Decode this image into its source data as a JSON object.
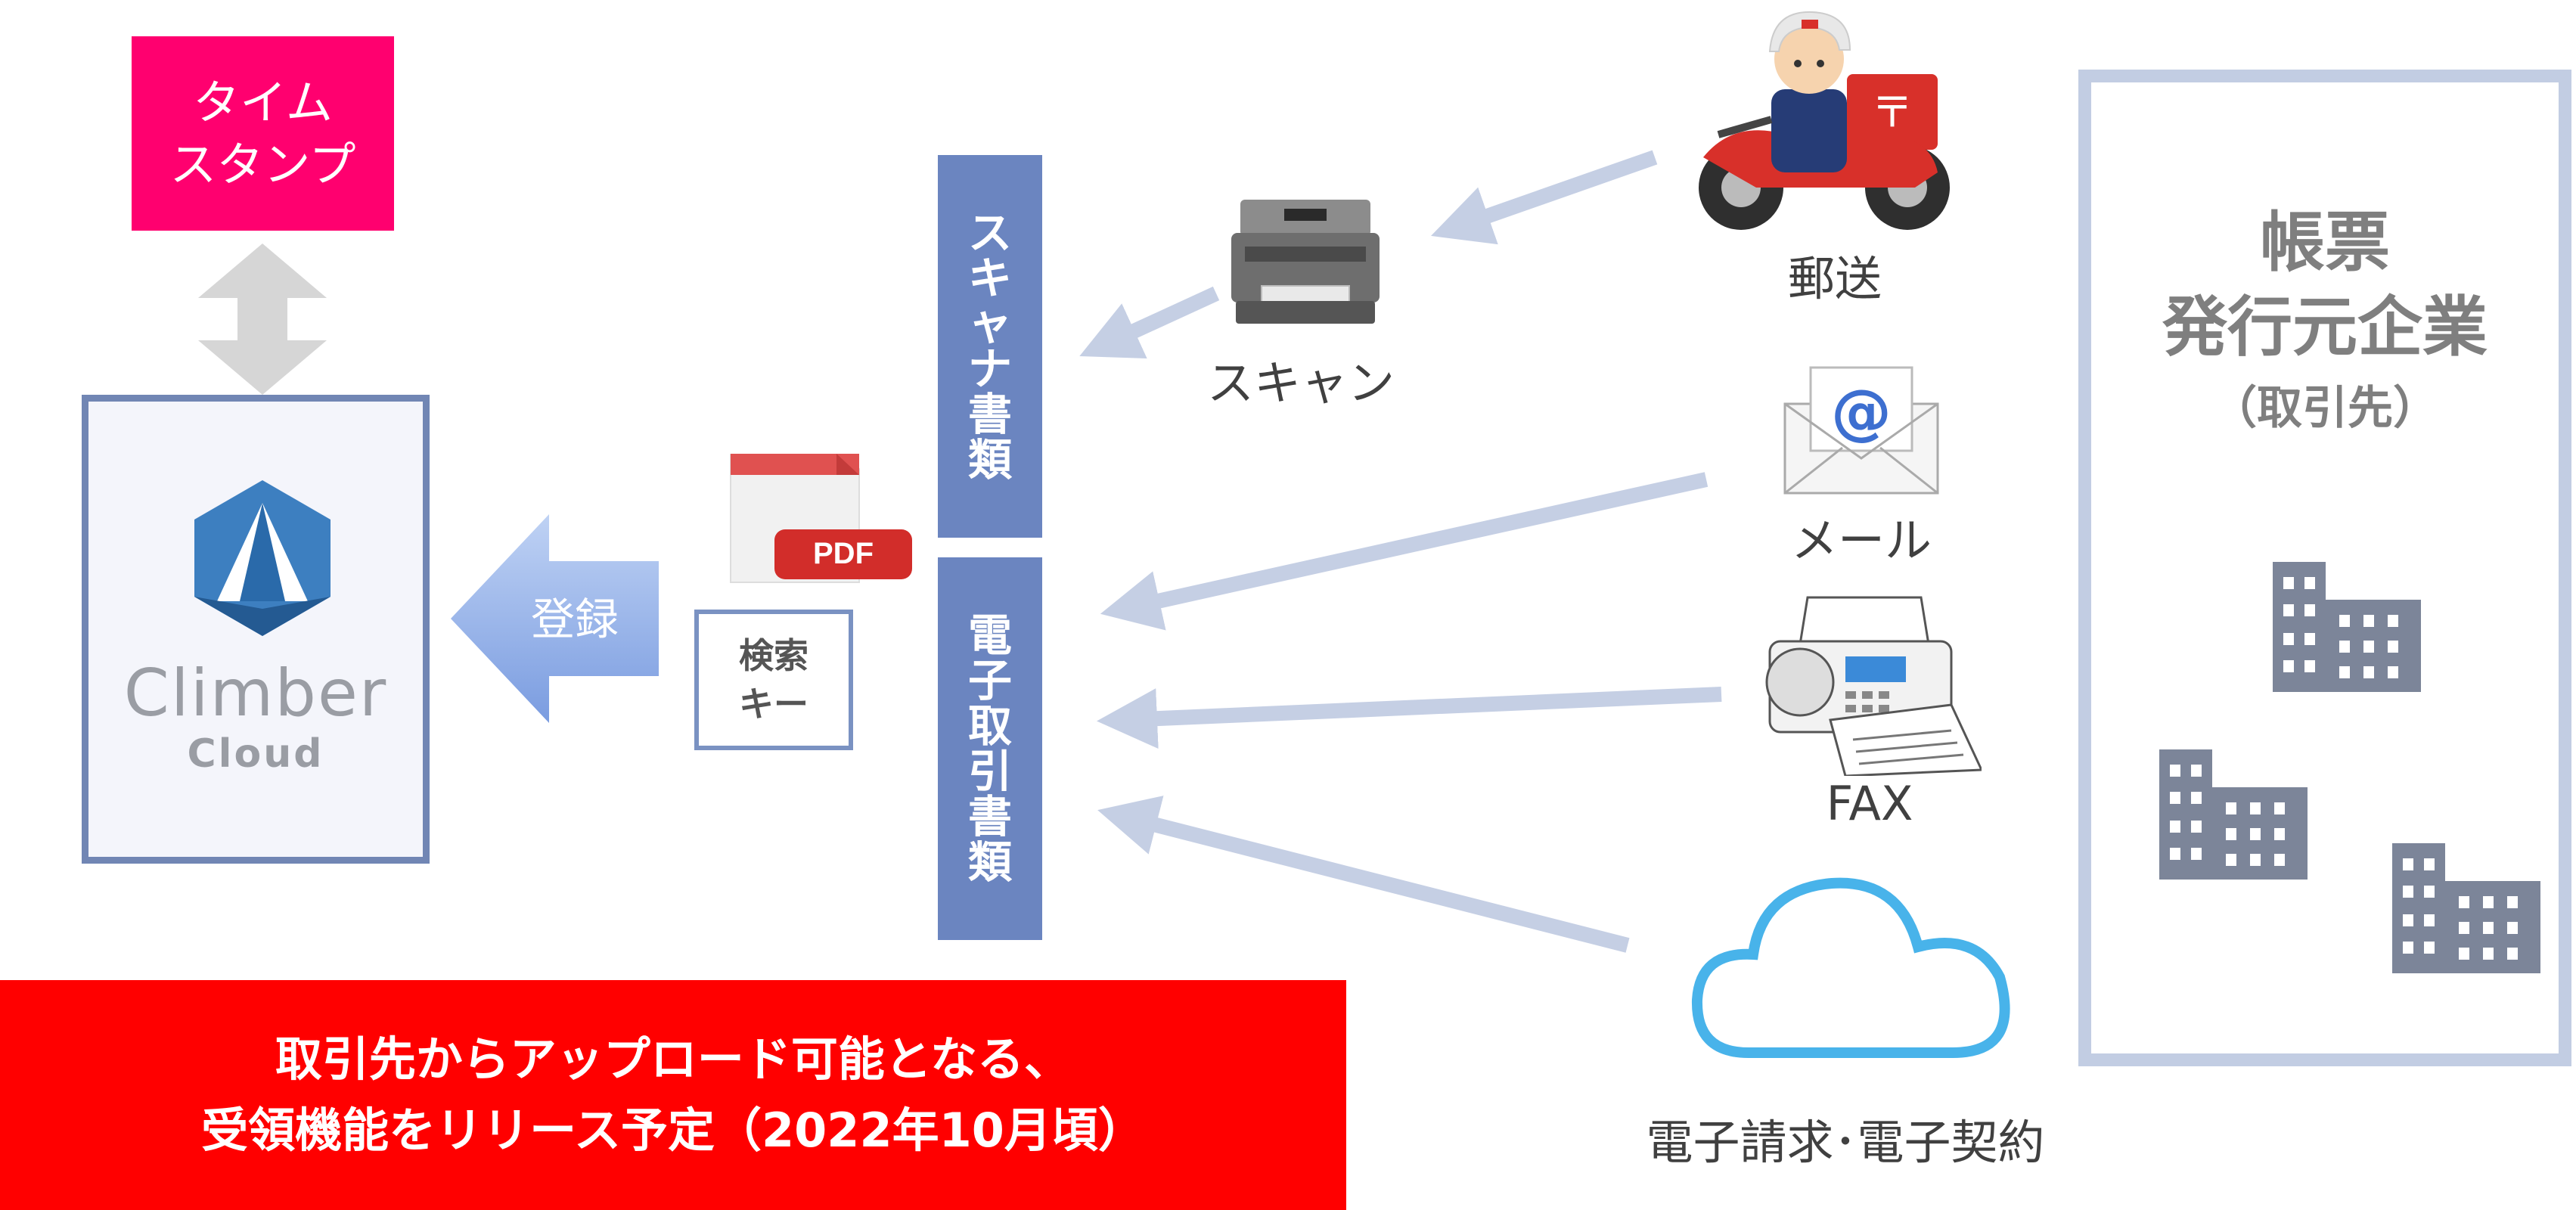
{
  "timestamp": {
    "line1": "タイム",
    "line2": "スタンプ"
  },
  "climber": {
    "name": "Climber",
    "sub": "Cloud"
  },
  "register_label": "登録",
  "pdf_label": "PDF",
  "search_key": {
    "line1": "検索",
    "line2": "キー"
  },
  "scanner_docs": [
    "ス",
    "キ",
    "ャ",
    "ナ",
    "書",
    "類"
  ],
  "electronic_docs": [
    "電",
    "子",
    "取",
    "引",
    "書",
    "類"
  ],
  "channels": {
    "mail_post": "郵送",
    "scan": "スキャン",
    "email": "メール",
    "fax": "FAX",
    "einvoice": "電子請求･電子契約"
  },
  "issuer": {
    "title_line1": "帳票",
    "title_line2": "発行元企業",
    "subtitle": "（取引先）"
  },
  "notice": {
    "line1": "取引先からアップロード可能となる、",
    "line2": "受領機能をリリース予定（2022年10月頃）"
  },
  "colors": {
    "timestamp_bg": "#ff006f",
    "bar_blue": "#6b85c0",
    "arrow": "#c5cfe4",
    "notice_bg": "#ff0000",
    "building": "#7c8599"
  },
  "icons": [
    "double-arrow-icon",
    "climber-logo-icon",
    "register-arrow-icon",
    "pdf-icon",
    "scanner-icon",
    "postman-scooter-icon",
    "email-envelope-icon",
    "fax-machine-icon",
    "cloud-icon",
    "building-icon"
  ]
}
